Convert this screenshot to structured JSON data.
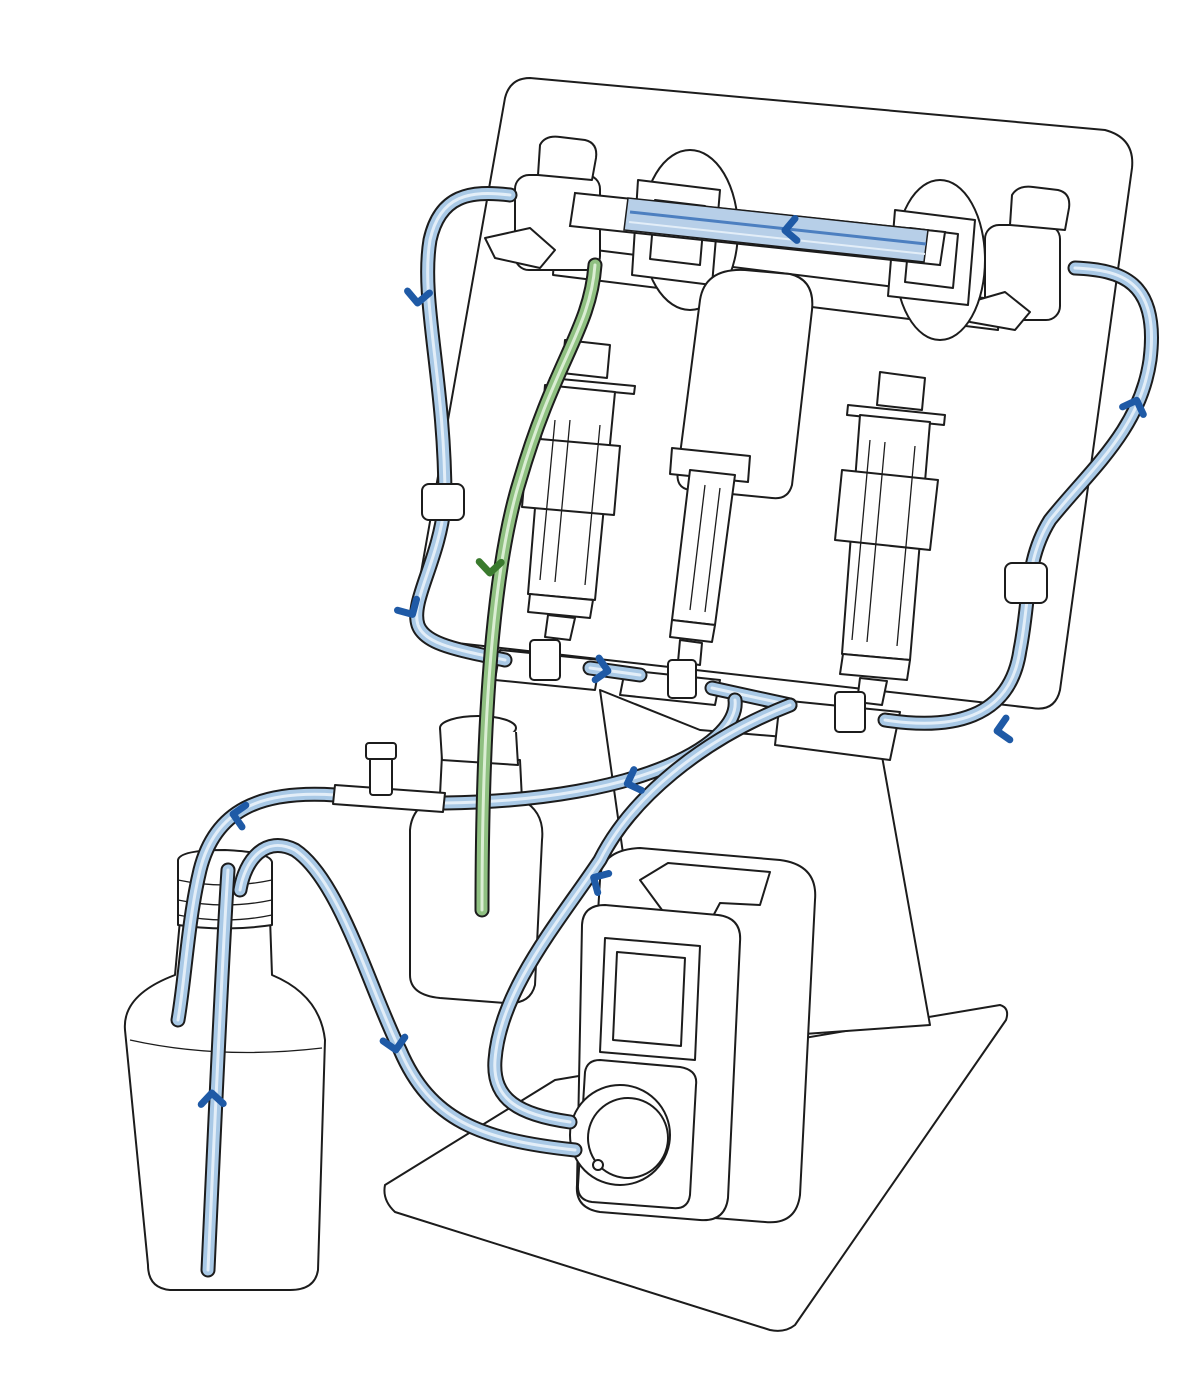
{
  "colors": {
    "background": "#ffffff",
    "outline": "#1c1c1c",
    "tube_fill": "#a9c9e6",
    "tube_highlight": "#e3eef8",
    "flow_arrow": "#1f5aa6",
    "green_tube": "#8fc081",
    "green_arrow": "#3a7a2e"
  },
  "icons": {
    "flow_arrow": "chevron-arrow-icon",
    "pump": "peristaltic-pump-icon",
    "bottle": "bottle-icon",
    "syringe": "syringe-icon"
  },
  "components": [
    "stand",
    "manifold",
    "chromatography-column",
    "syringes",
    "stopcock-valves",
    "reservoir-bottles",
    "peristaltic-pump",
    "tubing"
  ]
}
